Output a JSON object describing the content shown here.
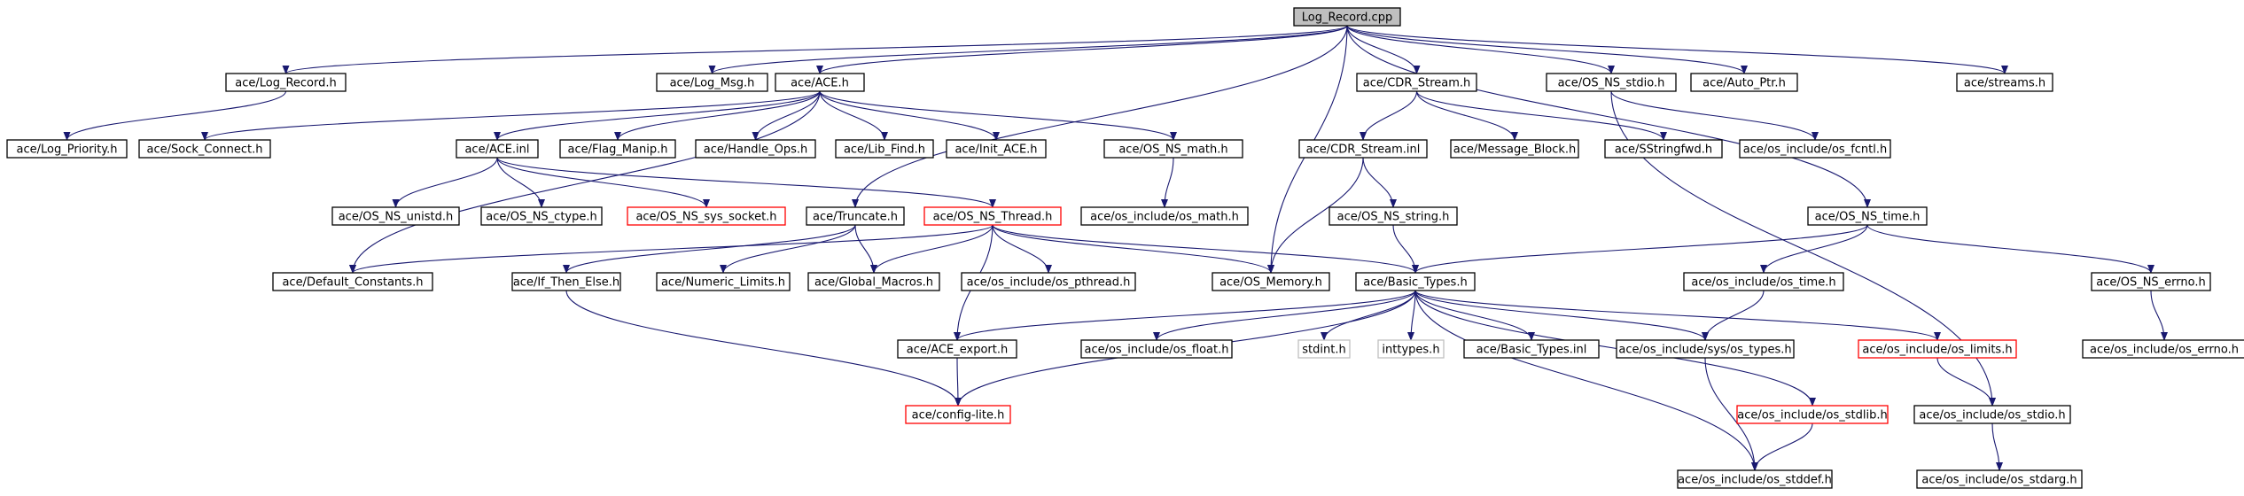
{
  "colors": {
    "edge": "#191970",
    "node_border_normal": "#000000",
    "node_border_truncated": "#ff0000",
    "node_border_external": "#bfbfbf",
    "root_fill": "#bfbfbf",
    "node_fill": "#ffffff"
  },
  "nodes": [
    {
      "id": "n0",
      "label": "Log_Record.cpp",
      "style": "root"
    },
    {
      "id": "n1",
      "label": "ace/Log_Record.h",
      "style": "normal"
    },
    {
      "id": "n2",
      "label": "ace/Log_Msg.h",
      "style": "normal"
    },
    {
      "id": "n3",
      "label": "ace/ACE.h",
      "style": "normal"
    },
    {
      "id": "n4",
      "label": "ace/CDR_Stream.h",
      "style": "normal"
    },
    {
      "id": "n5",
      "label": "ace/OS_NS_stdio.h",
      "style": "normal"
    },
    {
      "id": "n6",
      "label": "ace/Auto_Ptr.h",
      "style": "normal"
    },
    {
      "id": "n7",
      "label": "ace/streams.h",
      "style": "normal"
    },
    {
      "id": "n8",
      "label": "ace/Log_Priority.h",
      "style": "normal"
    },
    {
      "id": "n9",
      "label": "ace/Sock_Connect.h",
      "style": "normal"
    },
    {
      "id": "n10",
      "label": "ace/ACE.inl",
      "style": "normal"
    },
    {
      "id": "n11",
      "label": "ace/Flag_Manip.h",
      "style": "normal"
    },
    {
      "id": "n12",
      "label": "ace/Handle_Ops.h",
      "style": "normal"
    },
    {
      "id": "n13",
      "label": "ace/Lib_Find.h",
      "style": "normal"
    },
    {
      "id": "n14",
      "label": "ace/Init_ACE.h",
      "style": "normal"
    },
    {
      "id": "n15",
      "label": "ace/OS_NS_math.h",
      "style": "normal"
    },
    {
      "id": "n16",
      "label": "ace/CDR_Stream.inl",
      "style": "normal"
    },
    {
      "id": "n17",
      "label": "ace/Message_Block.h",
      "style": "normal"
    },
    {
      "id": "n18",
      "label": "ace/SStringfwd.h",
      "style": "normal"
    },
    {
      "id": "n19",
      "label": "ace/os_include/os_fcntl.h",
      "style": "normal"
    },
    {
      "id": "n20",
      "label": "ace/OS_NS_unistd.h",
      "style": "normal"
    },
    {
      "id": "n21",
      "label": "ace/OS_NS_ctype.h",
      "style": "normal"
    },
    {
      "id": "n22",
      "label": "ace/OS_NS_sys_socket.h",
      "style": "truncated"
    },
    {
      "id": "n23",
      "label": "ace/os_include/os_math.h",
      "style": "normal"
    },
    {
      "id": "n24",
      "label": "ace/Truncate.h",
      "style": "normal"
    },
    {
      "id": "n25",
      "label": "ace/OS_NS_Thread.h",
      "style": "truncated"
    },
    {
      "id": "n26",
      "label": "ace/OS_NS_string.h",
      "style": "normal"
    },
    {
      "id": "n27",
      "label": "ace/OS_NS_time.h",
      "style": "normal"
    },
    {
      "id": "n28",
      "label": "ace/Default_Constants.h",
      "style": "normal"
    },
    {
      "id": "n29",
      "label": "ace/If_Then_Else.h",
      "style": "normal"
    },
    {
      "id": "n30",
      "label": "ace/Numeric_Limits.h",
      "style": "normal"
    },
    {
      "id": "n31",
      "label": "ace/Global_Macros.h",
      "style": "normal"
    },
    {
      "id": "n32",
      "label": "ace/os_include/os_pthread.h",
      "style": "normal"
    },
    {
      "id": "n33",
      "label": "ace/OS_Memory.h",
      "style": "normal"
    },
    {
      "id": "n34",
      "label": "ace/Basic_Types.h",
      "style": "normal"
    },
    {
      "id": "n35",
      "label": "ace/os_include/os_time.h",
      "style": "normal"
    },
    {
      "id": "n36",
      "label": "ace/OS_NS_errno.h",
      "style": "normal"
    },
    {
      "id": "n37",
      "label": "ace/ACE_export.h",
      "style": "normal"
    },
    {
      "id": "n38",
      "label": "ace/os_include/os_float.h",
      "style": "normal"
    },
    {
      "id": "n39",
      "label": "stdint.h",
      "style": "external"
    },
    {
      "id": "n40",
      "label": "inttypes.h",
      "style": "external"
    },
    {
      "id": "n41",
      "label": "ace/Basic_Types.inl",
      "style": "normal"
    },
    {
      "id": "n42",
      "label": "ace/os_include/sys/os_types.h",
      "style": "normal"
    },
    {
      "id": "n43",
      "label": "ace/os_include/os_limits.h",
      "style": "truncated"
    },
    {
      "id": "n44",
      "label": "ace/os_include/os_errno.h",
      "style": "normal"
    },
    {
      "id": "n45",
      "label": "ace/config-lite.h",
      "style": "truncated"
    },
    {
      "id": "n46",
      "label": "ace/os_include/os_stdlib.h",
      "style": "truncated"
    },
    {
      "id": "n47",
      "label": "ace/os_include/os_stdio.h",
      "style": "normal"
    },
    {
      "id": "n48",
      "label": "ace/os_include/os_stddef.h",
      "style": "normal"
    },
    {
      "id": "n49",
      "label": "ace/os_include/os_stdarg.h",
      "style": "normal"
    }
  ],
  "edges": [
    [
      "n0",
      "n1"
    ],
    [
      "n0",
      "n2"
    ],
    [
      "n0",
      "n3"
    ],
    [
      "n0",
      "n4"
    ],
    [
      "n0",
      "n5"
    ],
    [
      "n0",
      "n6"
    ],
    [
      "n0",
      "n7"
    ],
    [
      "n0",
      "n24"
    ],
    [
      "n0",
      "n33"
    ],
    [
      "n0",
      "n27"
    ],
    [
      "n1",
      "n8"
    ],
    [
      "n3",
      "n9"
    ],
    [
      "n3",
      "n10"
    ],
    [
      "n3",
      "n11"
    ],
    [
      "n3",
      "n12"
    ],
    [
      "n3",
      "n13"
    ],
    [
      "n3",
      "n14"
    ],
    [
      "n3",
      "n15"
    ],
    [
      "n3",
      "n28"
    ],
    [
      "n10",
      "n20"
    ],
    [
      "n10",
      "n21"
    ],
    [
      "n10",
      "n22"
    ],
    [
      "n10",
      "n25"
    ],
    [
      "n15",
      "n23"
    ],
    [
      "n4",
      "n16"
    ],
    [
      "n4",
      "n17"
    ],
    [
      "n4",
      "n18"
    ],
    [
      "n5",
      "n19"
    ],
    [
      "n5",
      "n47"
    ],
    [
      "n16",
      "n26"
    ],
    [
      "n16",
      "n33"
    ],
    [
      "n26",
      "n34"
    ],
    [
      "n24",
      "n29"
    ],
    [
      "n24",
      "n30"
    ],
    [
      "n24",
      "n31"
    ],
    [
      "n25",
      "n28"
    ],
    [
      "n25",
      "n31"
    ],
    [
      "n25",
      "n32"
    ],
    [
      "n25",
      "n33"
    ],
    [
      "n25",
      "n34"
    ],
    [
      "n25",
      "n37"
    ],
    [
      "n27",
      "n34"
    ],
    [
      "n27",
      "n35"
    ],
    [
      "n27",
      "n36"
    ],
    [
      "n36",
      "n44"
    ],
    [
      "n35",
      "n42"
    ],
    [
      "n29",
      "n45"
    ],
    [
      "n34",
      "n37"
    ],
    [
      "n34",
      "n38"
    ],
    [
      "n34",
      "n39"
    ],
    [
      "n34",
      "n40"
    ],
    [
      "n34",
      "n41"
    ],
    [
      "n34",
      "n42"
    ],
    [
      "n34",
      "n43"
    ],
    [
      "n34",
      "n46"
    ],
    [
      "n34",
      "n48"
    ],
    [
      "n34",
      "n45"
    ],
    [
      "n37",
      "n45"
    ],
    [
      "n42",
      "n48"
    ],
    [
      "n43",
      "n47"
    ],
    [
      "n46",
      "n48"
    ],
    [
      "n47",
      "n49"
    ]
  ]
}
